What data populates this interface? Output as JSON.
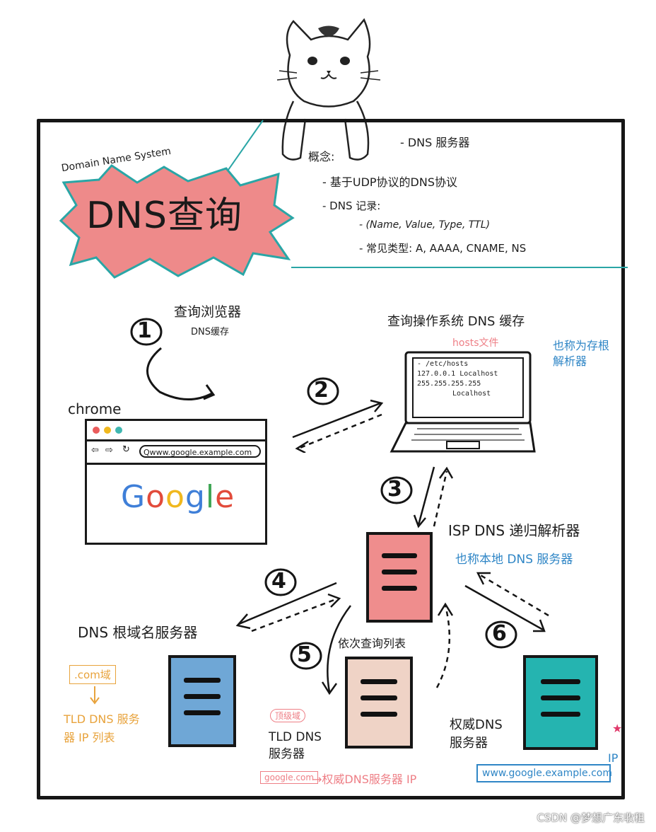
{
  "header": {
    "subtitle": "Domain Name System",
    "title": "DNS查询",
    "concept_label": "概念:",
    "concept_item": "- DNS 服务器",
    "points": [
      "- 基于UDP协议的DNS协议",
      "- DNS 记录:",
      "- (Name, Value, Type, TTL)",
      "- 常见类型: A, AAAA, CNAME, NS"
    ]
  },
  "steps": {
    "s1": {
      "num": "1",
      "title": "查询浏览器",
      "sub": "DNS缓存"
    },
    "s2": {
      "num": "2",
      "title": "查询操作系统 DNS 缓存",
      "note": "hosts文件",
      "aside": "也称为存根\n解析器"
    },
    "s3": {
      "num": "3",
      "title": "ISP DNS 递归解析器",
      "aside": "也称本地 DNS 服务器"
    },
    "s4": {
      "num": "4",
      "title": "DNS 根域名服务器"
    },
    "s5": {
      "num": "5",
      "title": "依次查询列表"
    },
    "s6": {
      "num": "6",
      "title": "权威DNS\n服务器"
    }
  },
  "browser": {
    "label": "chrome",
    "url": "Qwww.google.example.com",
    "logo": [
      "G",
      "o",
      "o",
      "g",
      "l",
      "e"
    ],
    "logo_colors": [
      "#3f7fd8",
      "#e24b3b",
      "#f0b81e",
      "#3f7fd8",
      "#3fa655",
      "#e24b3b"
    ]
  },
  "laptop": {
    "lines": [
      "- /etc/hosts",
      "127.0.0.1  Localhost",
      "255.255.255.255",
      "Localhost"
    ]
  },
  "root_notes": {
    "com": ".com域",
    "list": "TLD DNS 服务\n器 IP 列表"
  },
  "tld": {
    "tag": "顶级域",
    "label": "TLD DNS\n服务器",
    "pill": "google.com",
    "arrow_text": "→权威DNS服务器 IP"
  },
  "auth": {
    "ip": "IP",
    "domain": "www.google.example.com",
    "star": "★"
  },
  "watermark": "CSDN @梦想广东收租",
  "colors": {
    "title_bg": "#ee8a8a",
    "teal": "#2aa6a6",
    "recursive_server": "#ef8d8d",
    "root_server": "#6fa7d6",
    "tld_server": "#efd3c6",
    "auth_server": "#25b4b0"
  }
}
